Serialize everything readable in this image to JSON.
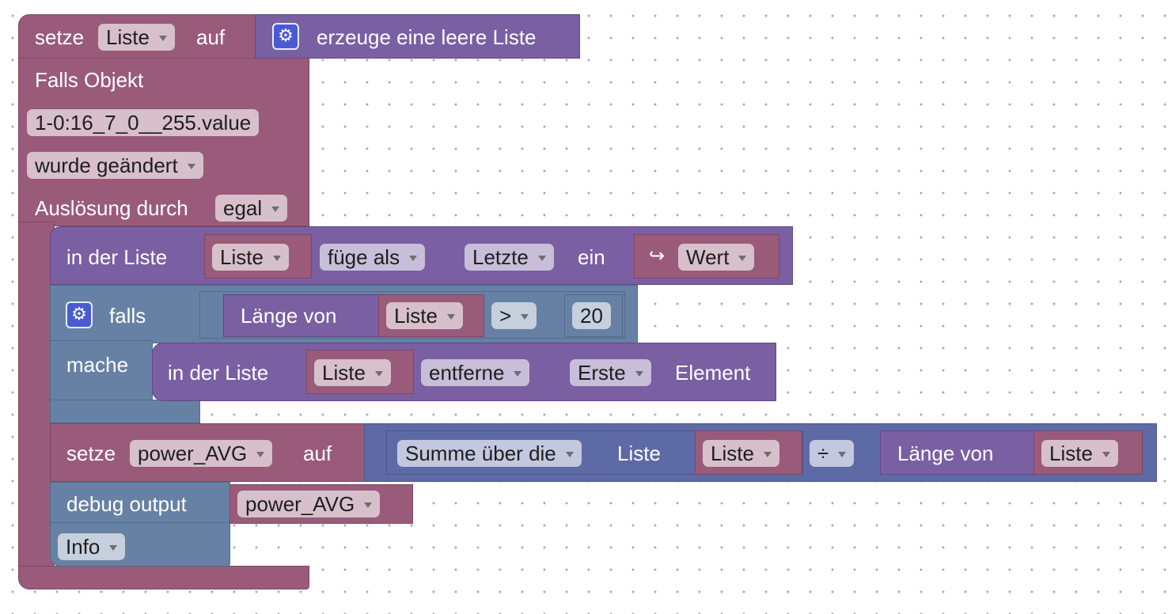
{
  "set_list": {
    "set_label": "setze",
    "variable": "Liste",
    "auf_label": "auf",
    "create_label": "erzeuge eine leere Liste"
  },
  "trigger": {
    "title": "Falls Objekt",
    "object_id": "1-0:16_7_0__255.value",
    "condition": "wurde geändert",
    "by_label": "Auslösung durch",
    "by_value": "egal"
  },
  "list_insert": {
    "in_label": "in der Liste",
    "list": "Liste",
    "mode": "füge als",
    "position": "Letzte",
    "ein_label": "ein",
    "value": "Wert",
    "value_icon": "return-arrow-icon"
  },
  "if_block": {
    "falls_label": "falls",
    "mache_label": "mache",
    "length_label": "Länge von",
    "list": "Liste",
    "operator": ">",
    "number": "20"
  },
  "list_remove": {
    "in_label": "in der Liste",
    "list": "Liste",
    "mode": "entferne",
    "position": "Erste",
    "element_label": "Element"
  },
  "set_avg": {
    "set_label": "setze",
    "variable": "power_AVG",
    "auf_label": "auf",
    "sum_op": "Summe über die",
    "liste_label": "Liste",
    "list1": "Liste",
    "operator": "÷",
    "length_label": "Länge von",
    "list2": "Liste"
  },
  "debug": {
    "label": "debug output",
    "variable": "power_AVG",
    "level": "Info"
  },
  "colors": {
    "variable": "#9a5b7a",
    "list": "#7a5fa3",
    "control": "#6781a4",
    "math": "#5e6aa6"
  }
}
